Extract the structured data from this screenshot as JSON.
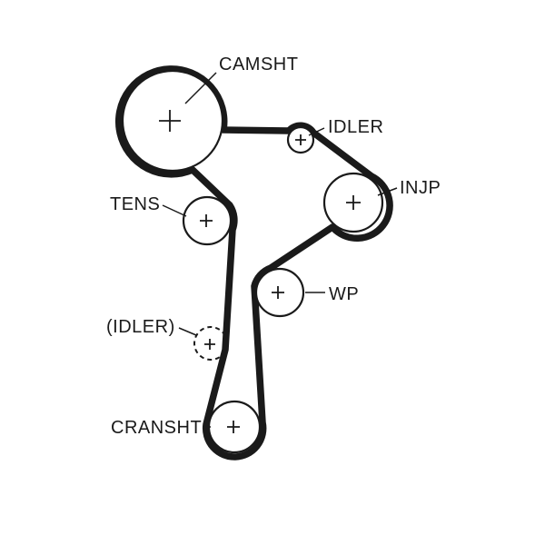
{
  "diagram": {
    "type": "timing-belt-routing-diagram",
    "background": "#ffffff",
    "belt_color": "#1a1a1a",
    "labels": {
      "camshaft": "CAMSHT",
      "idler": "IDLER",
      "injection_pump": "INJP",
      "tensioner": "TENS",
      "water_pump": "WP",
      "optional_idler": "(IDLER)",
      "crankshaft": "CRANSHT"
    }
  }
}
